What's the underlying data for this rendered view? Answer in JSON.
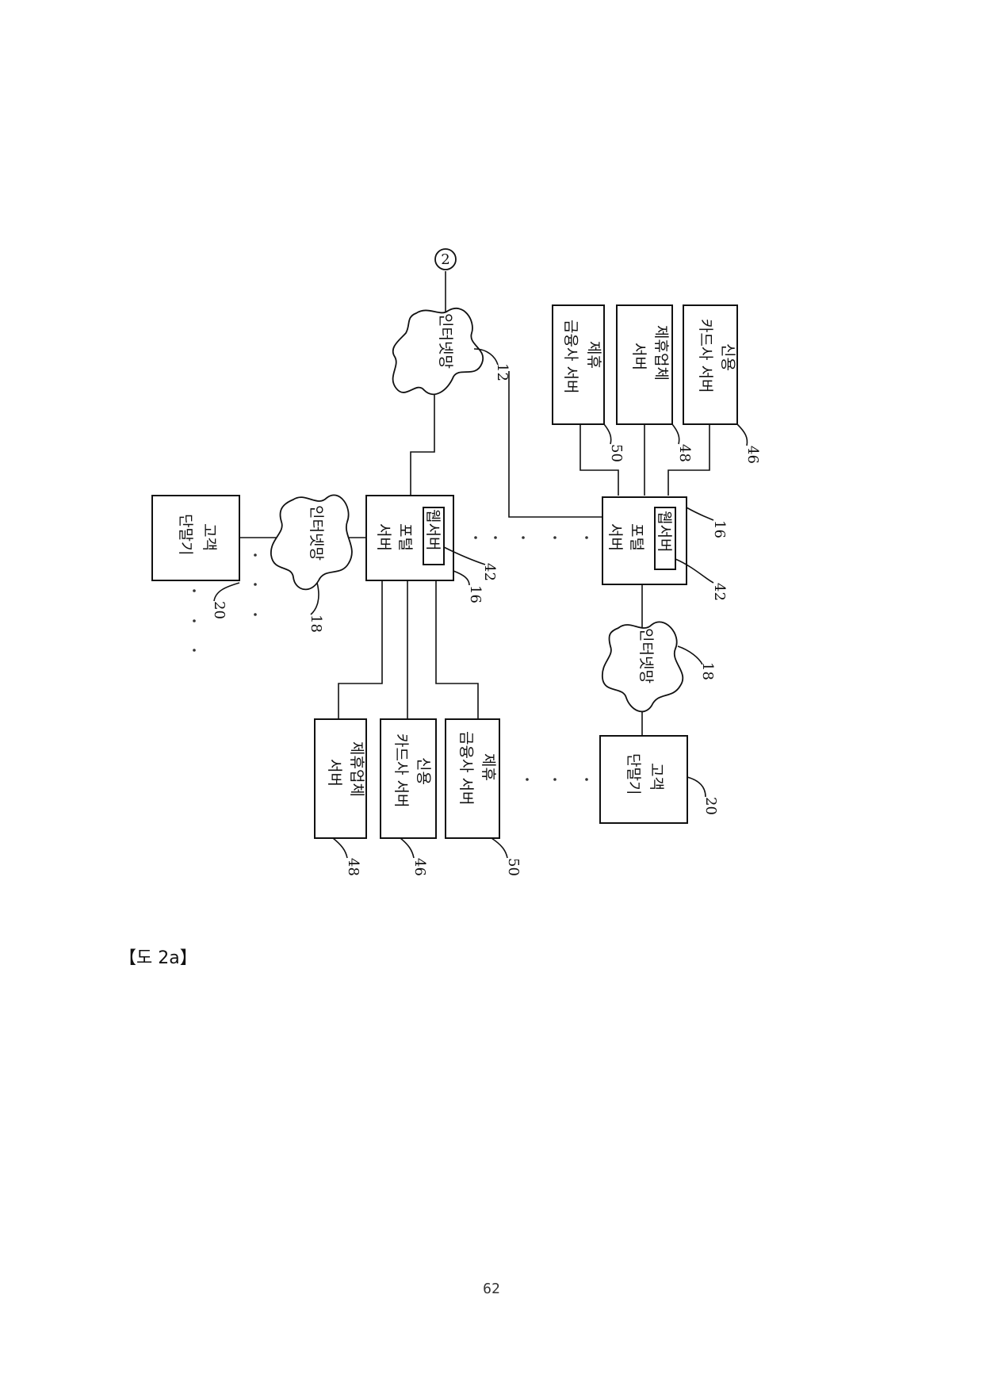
{
  "labels": {
    "internet_main": "인터넷망",
    "internet_net": "인터넷망",
    "portal_server": [
      "포털",
      "서버"
    ],
    "web_server": "웹서버",
    "customer_terminal": [
      "고객",
      "단말기"
    ],
    "partner_financial": [
      "제휴",
      "금융사 서버"
    ],
    "credit_card": [
      "신용",
      "카드사 서버"
    ],
    "partner_company": [
      "제휴업체",
      "서버"
    ]
  },
  "refs": {
    "connector": "2",
    "internet_main": "12",
    "portal": "16",
    "web_server": "42",
    "internet_net": "18",
    "terminal": "20",
    "credit_card": "46",
    "partner_company": "48",
    "partner_financial": "50"
  },
  "caption": "【도 2a】",
  "page_number": "62"
}
